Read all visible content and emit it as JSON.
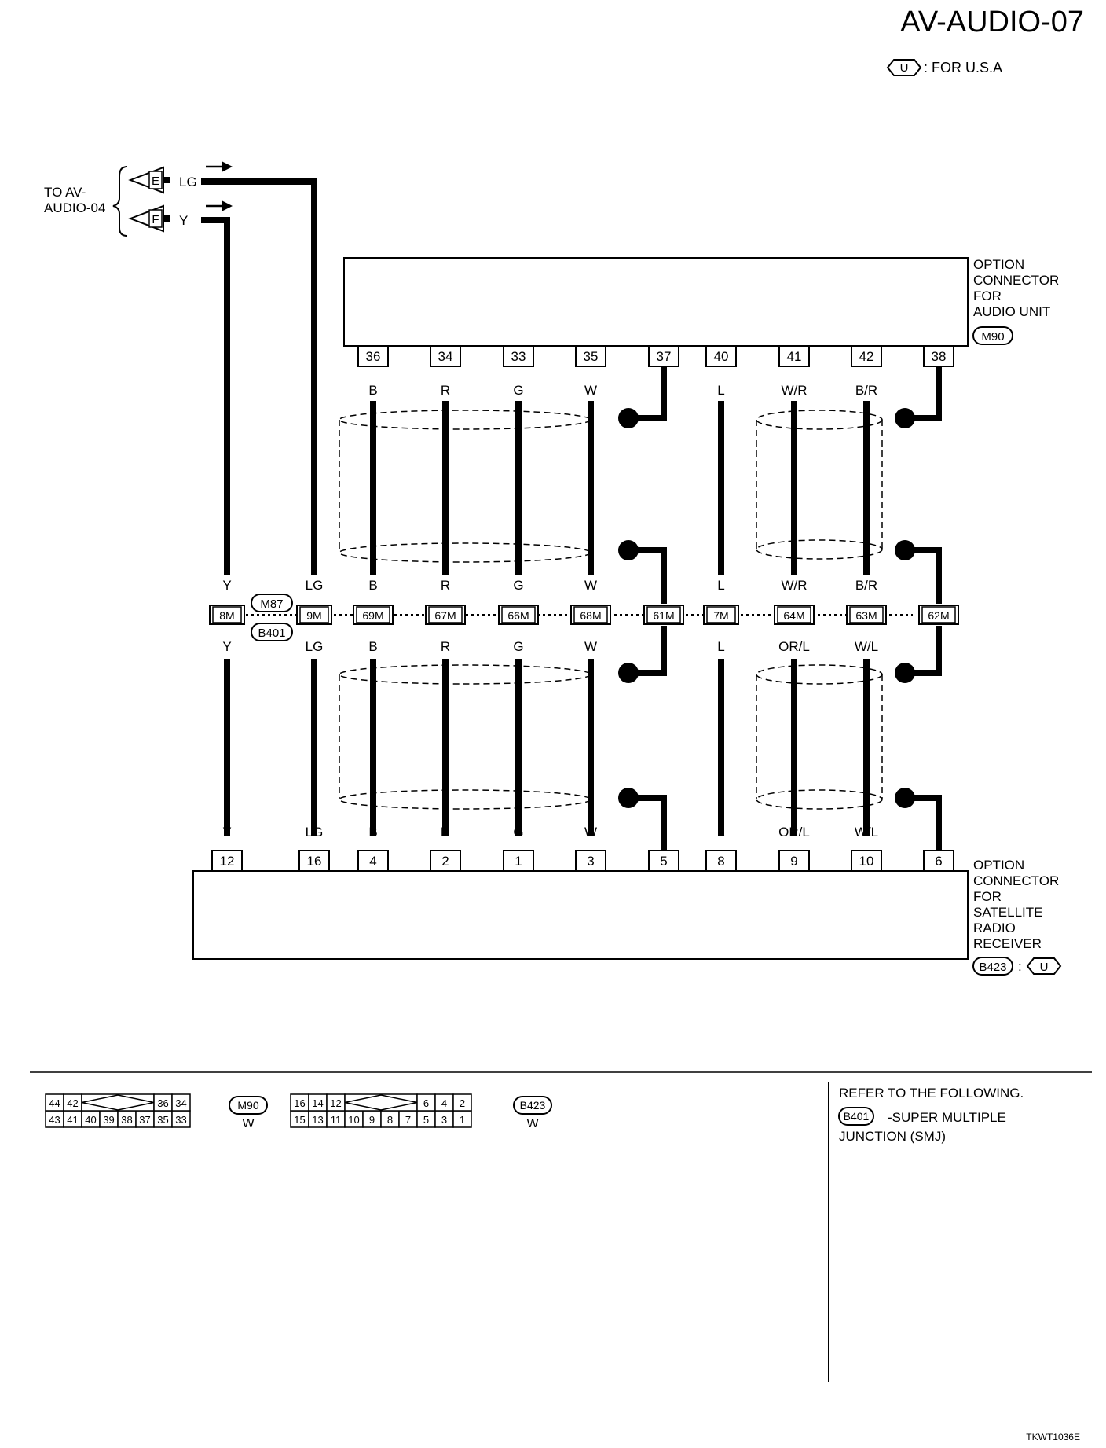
{
  "page_id": "AV-AUDIO-07",
  "legend": {
    "badge": "U",
    "text": ": FOR U.S.A"
  },
  "left_source": {
    "label_lines": [
      "TO AV-",
      "AUDIO-04"
    ],
    "terminals": [
      {
        "letter": "E",
        "color": "LG"
      },
      {
        "letter": "F",
        "color": "Y"
      }
    ]
  },
  "audio_unit": {
    "label_lines": [
      "OPTION",
      "CONNECTOR",
      "FOR",
      "AUDIO UNIT"
    ],
    "connector": "M90"
  },
  "satellite": {
    "label_lines": [
      "OPTION",
      "CONNECTOR",
      "FOR",
      "SATELLITE",
      "RADIO",
      "RECEIVER"
    ],
    "connector": "B423",
    "suffix": ":",
    "variant": "U"
  },
  "junction": {
    "upper_connector": "M87",
    "lower_connector": "B401"
  },
  "circuits": [
    {
      "top_pin": "",
      "top_color": "Y",
      "junction": "8M",
      "bottom_color": "Y",
      "bottom_pin": "12"
    },
    {
      "top_pin": "",
      "top_color": "LG",
      "junction": "9M",
      "bottom_color": "LG",
      "bottom_pin": "16"
    },
    {
      "top_pin": "36",
      "top_color": "B",
      "junction": "69M",
      "bottom_color": "B",
      "bottom_pin": "4"
    },
    {
      "top_pin": "34",
      "top_color": "R",
      "junction": "67M",
      "bottom_color": "R",
      "bottom_pin": "2"
    },
    {
      "top_pin": "33",
      "top_color": "G",
      "junction": "66M",
      "bottom_color": "G",
      "bottom_pin": "1"
    },
    {
      "top_pin": "35",
      "top_color": "W",
      "junction": "68M",
      "bottom_color": "W",
      "bottom_pin": "3"
    },
    {
      "top_pin": "37",
      "top_color": "",
      "junction": "61M",
      "bottom_color": "",
      "bottom_pin": "5"
    },
    {
      "top_pin": "40",
      "top_color": "L",
      "junction": "7M",
      "bottom_color": "L",
      "bottom_pin": "8"
    },
    {
      "top_pin": "41",
      "top_color": "W/R",
      "junction": "64M",
      "bottom_color": "OR/L",
      "bottom_pin": "9"
    },
    {
      "top_pin": "42",
      "top_color": "B/R",
      "junction": "63M",
      "bottom_color": "W/L",
      "bottom_pin": "10"
    },
    {
      "top_pin": "38",
      "top_color": "",
      "junction": "62M",
      "bottom_color": "",
      "bottom_pin": "6"
    }
  ],
  "connector_views": [
    {
      "id": "M90",
      "color": "W",
      "top_row": [
        "44",
        "42",
        "",
        "36",
        "34"
      ],
      "bottom_row": [
        "43",
        "41",
        "40",
        "39",
        "38",
        "37",
        "35",
        "33"
      ]
    },
    {
      "id": "B423",
      "color": "W",
      "top_row": [
        "16",
        "14",
        "12",
        "",
        "6",
        "4",
        "2"
      ],
      "bottom_row": [
        "15",
        "13",
        "11",
        "10",
        "9",
        "8",
        "7",
        "5",
        "3",
        "1"
      ]
    }
  ],
  "reference": {
    "heading": "REFER TO THE FOLLOWING.",
    "connector": "B401",
    "text_line1": "-SUPER MULTIPLE",
    "text_line2": "JUNCTION (SMJ)"
  },
  "figure_code": "TKWT1036E"
}
